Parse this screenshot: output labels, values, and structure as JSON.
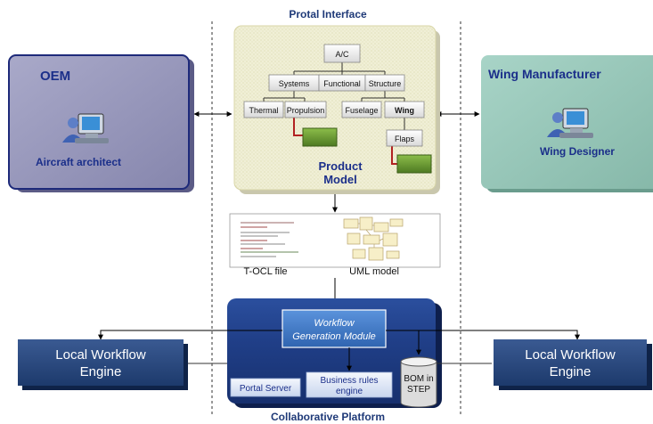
{
  "title_top": "Protal Interface",
  "title_bottom": "Collaborative Platform",
  "oem": {
    "label": "OEM",
    "role": "Aircraft architect"
  },
  "wing_manufacturer": {
    "label": "Wing Manufacturer",
    "role": "Wing Designer"
  },
  "product_model": {
    "label_line1": "Product",
    "label_line2": "Model",
    "tree": {
      "root": "A/C",
      "systems": "Systems",
      "functional": "Functional",
      "structure": "Structure",
      "thermal": "Thermal",
      "propulsion": "Propulsion",
      "fuselage": "Fuselage",
      "wing": "Wing",
      "flaps": "Flaps"
    }
  },
  "docs": {
    "tocl_label": "T-OCL file",
    "uml_label": "UML model"
  },
  "platform": {
    "workflow_module_line1": "Workflow",
    "workflow_module_line2": "Generation Module",
    "portal_server": "Portal Server",
    "business_rules_line1": "Business rules",
    "business_rules_line2": "engine",
    "bom_line1": "BOM in",
    "bom_line2": "STEP"
  },
  "local_engine_left": {
    "line1": "Local Workflow",
    "line2": "Engine"
  },
  "local_engine_right": {
    "line1": "Local Workflow",
    "line2": "Engine"
  },
  "colors": {
    "oem_fill": "#8f8fb5",
    "wing_fill": "#8fbfb1",
    "platform_fill": "#1f3a8a",
    "engine_fill": "#26457a",
    "green_box": "#5e8f2a",
    "module_fill": "#3f78c6"
  }
}
